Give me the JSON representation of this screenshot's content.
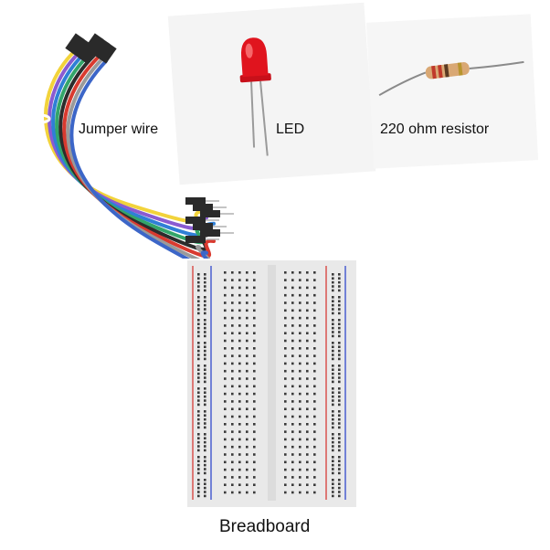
{
  "components": {
    "jumper_wire": {
      "label": "Jumper wire"
    },
    "led": {
      "label": "LED",
      "color": "#e0141e"
    },
    "resistor": {
      "label": "220 ohm resistor",
      "body_color": "#d9a874"
    },
    "breadboard": {
      "label": "Breadboard",
      "rail_red": "#d9534f",
      "rail_blue": "#4a5fd0"
    }
  },
  "wire_colors": [
    "#f2d33b",
    "#8a5bd1",
    "#2f7fd6",
    "#33a56a",
    "#2c2c2c",
    "#d93a2f",
    "#9a9a9a",
    "#3c66c8"
  ],
  "icons": {
    "jumper": "jumper-wire-bundle-icon",
    "led": "red-led-icon",
    "resistor": "resistor-icon",
    "breadboard": "breadboard-icon"
  }
}
